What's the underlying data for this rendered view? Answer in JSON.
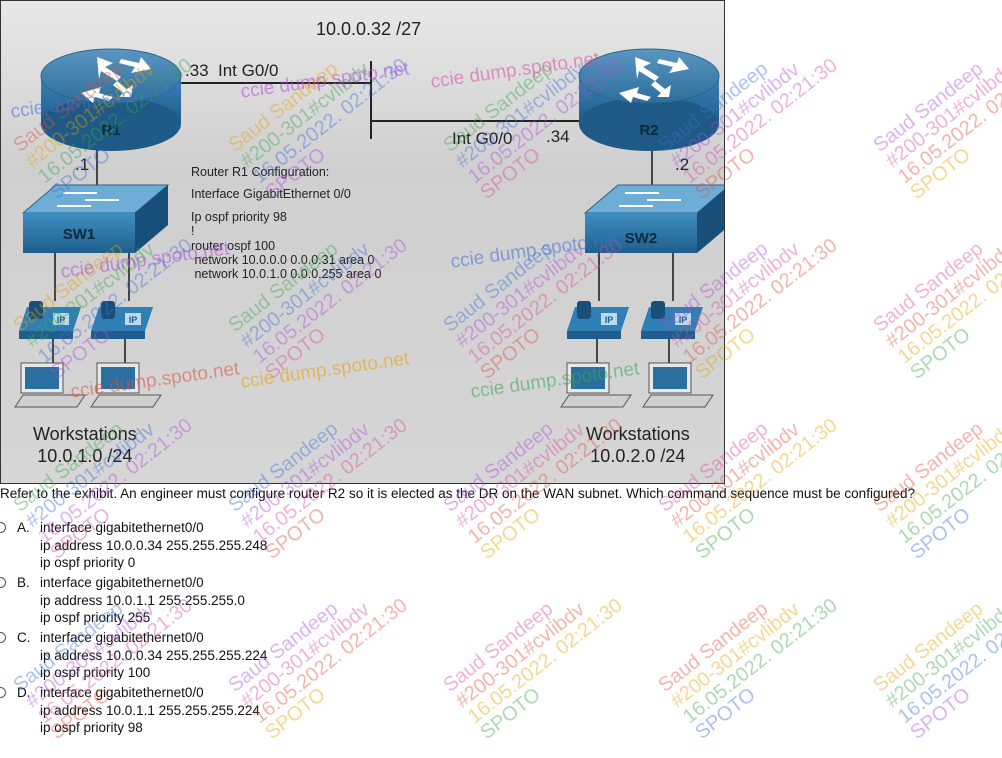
{
  "exhibit": {
    "wan_subnet": "10.0.0.32 /27",
    "r1": {
      "name": "R1",
      "wan_ip": ".33",
      "wan_intf": "Int G0/0",
      "lan_ip": ".1"
    },
    "r2": {
      "name": "R2",
      "wan_ip": ".34",
      "wan_intf": "Int G0/0",
      "lan_ip": ".2"
    },
    "sw1": {
      "name": "SW1"
    },
    "sw2": {
      "name": "SW2"
    },
    "phone_label": "IP",
    "config": {
      "title": "Router R1 Configuration:",
      "lines": [
        "Interface GigabitEthernet 0/0",
        "Ip ospf priority 98",
        "!",
        "router ospf 100",
        " network 10.0.0.0 0.0.0.31 area 0",
        " network 10.0.1.0 0.0.0.255 area 0"
      ]
    },
    "left_workstations": {
      "label": "Workstations",
      "subnet": "10.0.1.0 /24"
    },
    "right_workstations": {
      "label": "Workstations",
      "subnet": "10.0.2.0 /24"
    }
  },
  "question": "Refer to the exhibit. An engineer must configure router R2 so it is elected as the DR on the WAN subnet. Which command sequence must be configured?",
  "options": [
    {
      "letter": "A.",
      "lines": [
        "interface gigabitethernet0/0",
        "ip address 10.0.0.34 255.255.255.248",
        "ip ospf priority 0"
      ]
    },
    {
      "letter": "B.",
      "lines": [
        "interface gigabitethernet0/0",
        "ip address 10.0.1.1 255.255.255.0",
        "ip ospf priority 255"
      ]
    },
    {
      "letter": "C.",
      "lines": [
        "interface gigabitethernet0/0",
        "ip address 10.0.0.34 255.255.255.224",
        "ip ospf priority 100"
      ]
    },
    {
      "letter": "D.",
      "lines": [
        "interface gigabitethernet0/0",
        "ip address 10.0.1.1 255.255.255.224",
        "ip ospf priority 98"
      ]
    }
  ],
  "watermark": {
    "lines": [
      "Saud Sandeep",
      "#200-301#cvlibdv",
      "16.05.2022. 02:21:30",
      "SPOTO"
    ],
    "site": "ccie dump.spoto.net",
    "colors": [
      "#e0503c",
      "#e8a000",
      "#3aa64a",
      "#3a6fd8",
      "#b04ad8",
      "#d84aa0"
    ]
  }
}
